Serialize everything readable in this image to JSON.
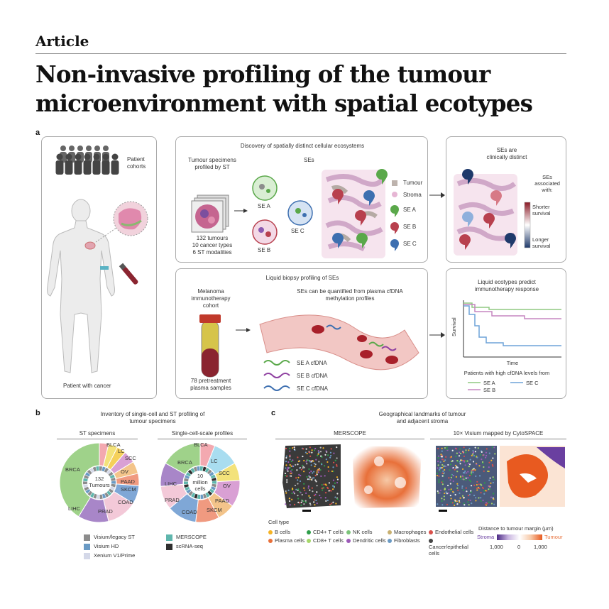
{
  "header": {
    "kicker": "Article",
    "title_line1": "Non-invasive profiling of the tumour",
    "title_line2": "microenvironment with spatial ecotypes"
  },
  "panel_a": {
    "label": "a",
    "patient_cohorts": "Patient\ncohorts",
    "patient_with_cancer": "Patient with cancer",
    "discovery_title": "Discovery of spatially distinct cellular ecosystems",
    "tumour_specimens": "Tumour specimens\nprofiled by ST",
    "ses_label": "SEs",
    "specimen_stats": "132 tumours\n10 cancer types\n6 ST modalities",
    "se_a": "SE A",
    "se_b": "SE B",
    "se_c": "SE C",
    "legend": [
      "Tumour",
      "Stroma",
      "SE A",
      "SE B",
      "SE C"
    ],
    "clinical_title": "SEs are\nclinically distinct",
    "ses_associated": "SEs\nassociated\nwith:",
    "shorter_survival": "Shorter\nsurvival",
    "longer_survival": "Longer\nsurvival",
    "liquid_title": "Liquid biopsy profiling of SEs",
    "melanoma_cohort": "Melanoma\nimmunotherapy\ncohort",
    "quantified_text": "SEs can be quantified from plasma cfDNA\nmethylation profiles",
    "plasma_samples": "78 pretreatment\nplasma samples",
    "cfdna": [
      "SE A cfDNA",
      "SE B cfDNA",
      "SE C cfDNA"
    ],
    "predict_title": "Liquid ecotypes predict\nimmunotherapy response",
    "survival_axis": "Survival",
    "time_axis": "Time",
    "high_cfdna": "Patients with high cfDNA levels from",
    "km_legend": [
      "SE A",
      "SE C",
      "SE B"
    ]
  },
  "panel_b": {
    "label": "b",
    "title": "Inventory of single-cell and ST profiling of\ntumour specimens",
    "left_title": "ST specimens",
    "right_title": "Single-cell-scale profiles",
    "left_center": "132\nTumours",
    "right_center": "10\nmillion\ncells",
    "left_labels": [
      "BLCA",
      "LC",
      "SCC",
      "OV",
      "PAAD",
      "SKCM",
      "COAD",
      "PRAD",
      "LIHC",
      "BRCA"
    ],
    "right_labels": [
      "BLCA",
      "LC",
      "SCC",
      "OV",
      "PAAD",
      "SKCM",
      "COAD",
      "PRAD",
      "LIHC",
      "BRCA"
    ],
    "legend": [
      "Visium/legacy ST",
      "Visium HD",
      "Xenium V1/Prime",
      "MERSCOPE",
      "scRNA-seq"
    ]
  },
  "panel_c": {
    "label": "c",
    "title": "Geographical landmarks of tumour\nand adjacent stroma",
    "merscope": "MERSCOPE",
    "visium": "10× Visium mapped by CytoSPACE",
    "cell_type": "Cell type",
    "cells": [
      "B cells",
      "Plasma cells",
      "CD4+ T cells",
      "CD8+ T cells",
      "NK cells",
      "Dendritic cells",
      "Macrophages",
      "Fibroblasts",
      "Endothelial cells",
      "Cancer/epithelial cells"
    ],
    "distance_title": "Distance to tumour margin (µm)",
    "stroma": "Stroma",
    "tumour": "Tumour",
    "ticks": [
      "1,000",
      "0",
      "1,000"
    ]
  },
  "colors": {
    "se_a": "#5aa84a",
    "se_b": "#b8404e",
    "se_c": "#3d6fb0",
    "tumour": "#e8604a",
    "stroma_purple": "#6a3fa0"
  }
}
